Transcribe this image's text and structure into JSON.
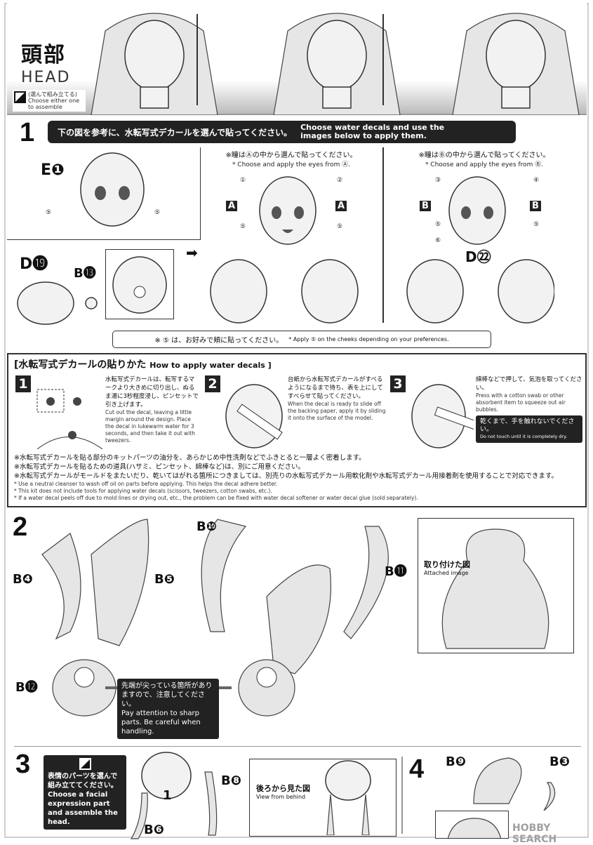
{
  "header": {
    "title_jp": "頭部",
    "title_en": "HEAD",
    "choose_jp": "(選んで組み立てる)",
    "choose_en": "Choose either one to assemble"
  },
  "step1": {
    "number": "1",
    "instruction_jp": "下の図を参考に、水転写式デカールを選んで貼ってください。",
    "instruction_en": "Choose water decals and use the images below to apply them.",
    "part_e": "E❶",
    "decal_5": "⑤",
    "colA": {
      "note_jp": "※瞳はⒶの中から選んで貼ってください。",
      "note_en": "* Choose and apply the eyes from Ⓐ.",
      "label": "A",
      "decals": [
        "①",
        "②",
        "⑤",
        "⑤"
      ]
    },
    "colB": {
      "note_jp": "※瞳はⒷの中から選んで貼ってください。",
      "note_en": "* Choose and apply the eyes from Ⓑ.",
      "label": "B",
      "decals": [
        "③",
        "④",
        "⑤",
        "⑤",
        "⑥"
      ]
    },
    "part_d19": "D⓳",
    "part_b13": "B⓭",
    "part_d22": "D㉒",
    "cheek_note_jp": "※ ⑤ は、お好みで頬に貼ってください。",
    "cheek_note_en": "* Apply ⑤ on the cheeks depending on your preferences."
  },
  "decal_howto": {
    "title_jp": "[水転写式デカールの貼りかた",
    "title_en": "How to apply water decals ]",
    "steps": [
      {
        "n": "1",
        "jp": "水転写式デカールは、転写するマークより大きめに切り出し、ぬるま湯に3秒程度浸し、ピンセットで引き上げます。",
        "en": "Cut out the decal, leaving a little margin around the design. Place the decal in lukewarm water for 3 seconds, and then take it out with tweezers."
      },
      {
        "n": "2",
        "jp": "台紙から水転写式デカールがすべるようになるまで待ち、表を上にしてすべらせて貼ってください。",
        "en": "When the decal is ready to slide off the backing paper, apply it by sliding it onto the surface of the model."
      },
      {
        "n": "3",
        "jp": "綿棒などで押して、気泡を取ってください。",
        "en": "Press with a cotton swab or other absorbent item to squeeze out air bubbles.",
        "warn_jp": "乾くまで、手を触れないでください。",
        "warn_en": "Do not touch until it is completely dry."
      }
    ],
    "notes_jp": [
      "※水転写式デカールを貼る部分のキットパーツの油分を、あらかじめ中性洗剤などでふきとると一層よく密着します。",
      "※水転写式デカールを貼るための道具(ハサミ、ピンセット、綿棒など)は、別にご用意ください。",
      "※水転写式デカールがモールドをまたいだり、乾いてはがれる箇所につきましては、別売りの水転写式デカール用軟化剤や水転写式デカール用接着剤を使用することで対応できます。"
    ],
    "notes_en": [
      "* Use a neutral cleanser to wash off oil on parts before applying. This helps the decal adhere better.",
      "* This kit does not include tools for applying water decals (scissors, tweezers, cotton swabs, etc.).",
      "* If a water decal peels off due to mold lines or drying out, etc., the problem can be fixed with water decal softener or water decal glue (sold separately)."
    ]
  },
  "step2": {
    "number": "2",
    "parts": [
      "B❹",
      "B❺",
      "B⓬",
      "B❿",
      "B⓫"
    ],
    "warn_jp": "先端が尖っている箇所がありますので、注意してください。",
    "warn_en": "Pay attention to sharp parts. Be careful when handling.",
    "attached_jp": "取り付けた図",
    "attached_en": "Attached image"
  },
  "step3": {
    "number": "3",
    "note_jp": "表情のパーツを選んで組み立ててください。",
    "note_en": "Choose a facial expression part and assemble the head.",
    "parts": [
      "B❽",
      "B❻"
    ],
    "sub": "1",
    "behind_jp": "後ろから見た図",
    "behind_en": "View from behind"
  },
  "step4": {
    "number": "4",
    "parts": [
      "B❾",
      "B❸"
    ]
  },
  "watermark": "HOBBY SEARCH"
}
